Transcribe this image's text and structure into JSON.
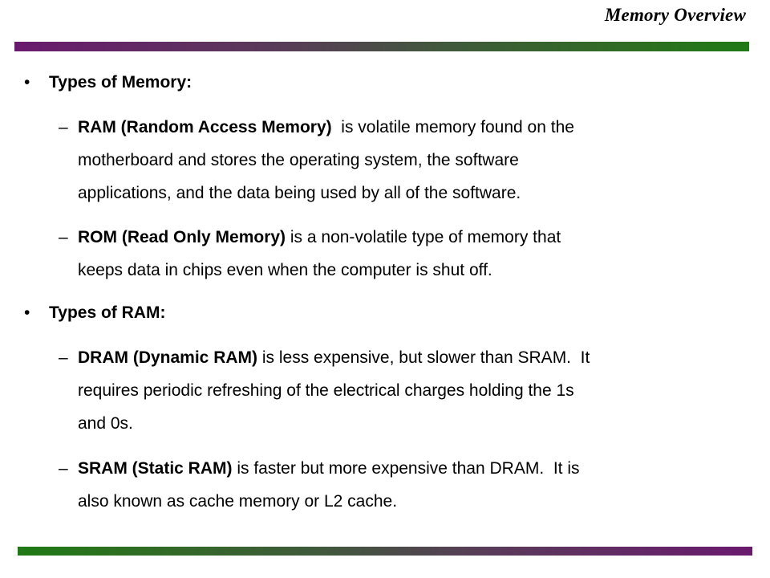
{
  "header": {
    "title": "Memory Overview"
  },
  "bullets": {
    "memory_heading": "Types of Memory:",
    "ram_heading": "Types of RAM:"
  },
  "items": {
    "ram": {
      "term": "RAM (Random Access Memory)",
      "line1": "  is volatile memory found on the",
      "line2": "motherboard and stores the operating system, the software",
      "line3": "applications, and the data being used by all of the software."
    },
    "rom": {
      "term": "ROM (Read Only Memory)",
      "line1": " is a non-volatile type of memory that",
      "line2": "keeps data in chips even when the computer is shut off."
    },
    "dram": {
      "term": "DRAM (Dynamic RAM)",
      "line1": " is less expensive, but slower than SRAM.  It",
      "line2": "requires periodic refreshing of the electrical charges holding the 1s",
      "line3": "and 0s."
    },
    "sram": {
      "term": "SRAM (Static RAM)",
      "line1": " is faster but more expensive than DRAM.  It is",
      "line2": "also known as cache memory or L2 cache."
    }
  },
  "symbols": {
    "bullet": "•",
    "dash": "–"
  },
  "colors": {
    "purple": "#6a1a6e",
    "green": "#1f7a15"
  }
}
